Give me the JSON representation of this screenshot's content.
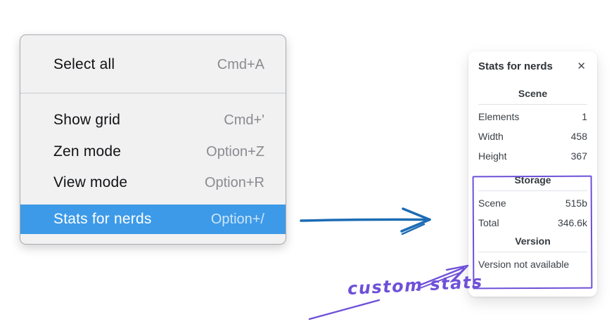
{
  "context_menu": {
    "items": [
      {
        "label": "Select all",
        "shortcut": "Cmd+A"
      },
      {
        "label": "Show grid",
        "shortcut": "Cmd+'"
      },
      {
        "label": "Zen mode",
        "shortcut": "Option+Z"
      },
      {
        "label": "View mode",
        "shortcut": "Option+R"
      },
      {
        "label": "Stats for nerds",
        "shortcut": "Option+/"
      }
    ],
    "selected_item": "Stats for nerds"
  },
  "stats_panel": {
    "title": "Stats for nerds",
    "close_icon": "✕",
    "scene_section": {
      "header": "Scene",
      "rows": [
        {
          "label": "Elements",
          "value": "1"
        },
        {
          "label": "Width",
          "value": "458"
        },
        {
          "label": "Height",
          "value": "367"
        }
      ]
    },
    "storage_section": {
      "header": "Storage",
      "rows": [
        {
          "label": "Scene",
          "value": "515b"
        },
        {
          "label": "Total",
          "value": "346.6k"
        }
      ]
    },
    "version_section": {
      "header": "Version",
      "note": "Version not available"
    }
  },
  "annotation": {
    "label": "custom stats",
    "colors": {
      "selection_blue": "#3d9ae8",
      "arrow_blue": "#1c6cb3",
      "highlight_purple": "#6e50d8"
    }
  }
}
